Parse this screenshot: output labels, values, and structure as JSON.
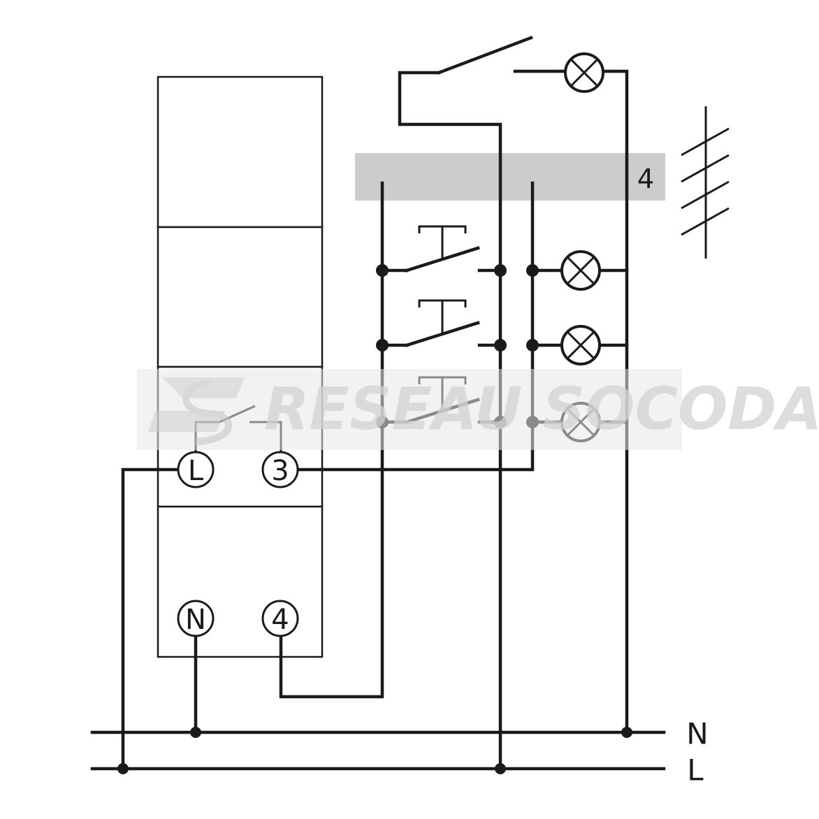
{
  "device": {
    "terminals": {
      "L": "L",
      "three": "3",
      "N": "N",
      "four": "4"
    }
  },
  "control_bar": {
    "label": "4"
  },
  "rails": {
    "neutral": "N",
    "line": "L"
  },
  "watermark": {
    "text": "RESEAU SOCODA"
  }
}
